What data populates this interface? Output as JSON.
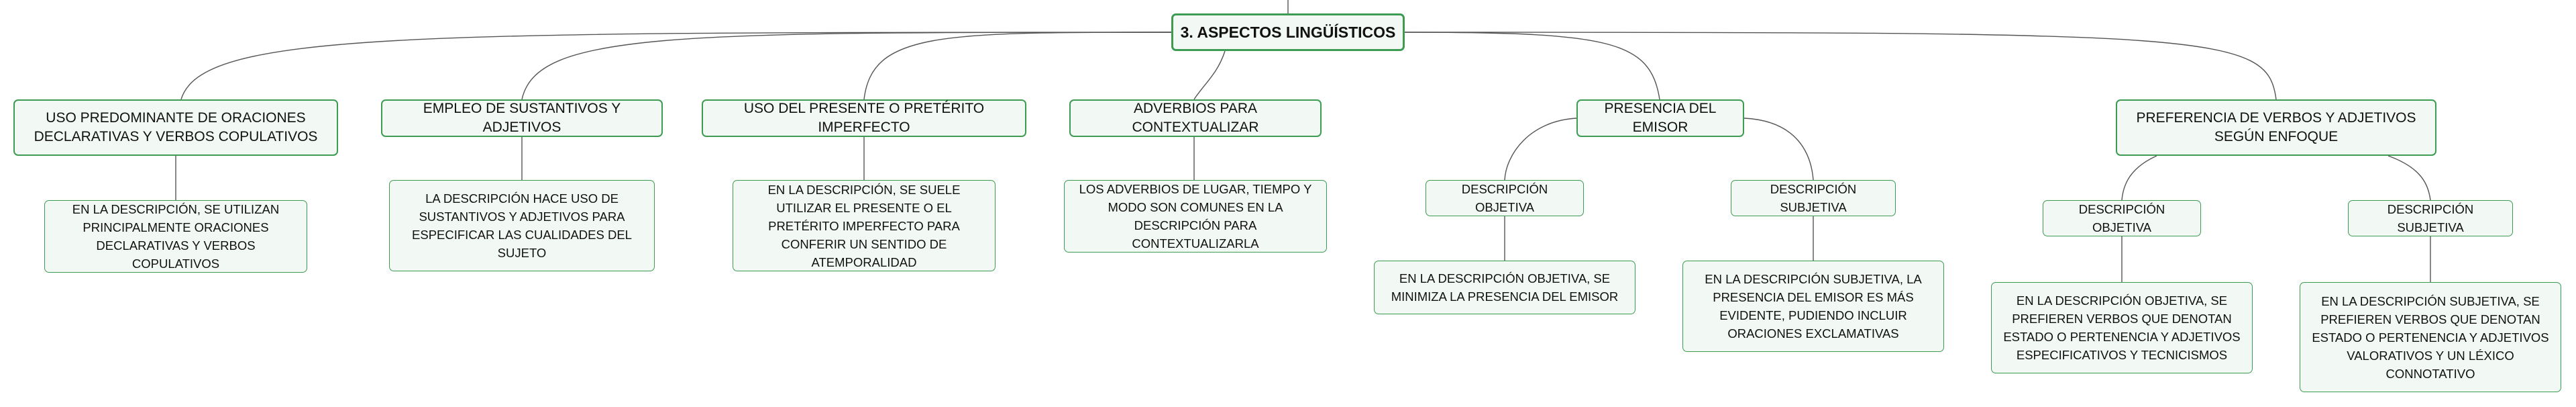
{
  "root": "3. ASPECTOS LINGÜÍSTICOS",
  "branches": {
    "uso_oraciones": {
      "label": "USO PREDOMINANTE DE ORACIONES DECLARATIVAS Y VERBOS COPULATIVOS",
      "detail": "EN LA DESCRIPCIÓN, SE UTILIZAN PRINCIPALMENTE ORACIONES DECLARATIVAS Y VERBOS COPULATIVOS"
    },
    "sustantivos": {
      "label": "EMPLEO DE SUSTANTIVOS Y ADJETIVOS",
      "detail": "LA DESCRIPCIÓN HACE USO DE SUSTANTIVOS Y ADJETIVOS PARA ESPECIFICAR LAS CUALIDADES DEL SUJETO"
    },
    "presente": {
      "label": "USO DEL PRESENTE O PRETÉRITO IMPERFECTO",
      "detail": "EN LA DESCRIPCIÓN, SE SUELE UTILIZAR EL PRESENTE O EL PRETÉRITO IMPERFECTO PARA CONFERIR UN SENTIDO DE ATEMPORALIDAD"
    },
    "adverbios": {
      "label": "ADVERBIOS PARA CONTEXTUALIZAR",
      "detail": "LOS ADVERBIOS DE LUGAR, TIEMPO Y MODO SON COMUNES EN LA DESCRIPCIÓN PARA CONTEXTUALIZARLA"
    },
    "emisor": {
      "label": "PRESENCIA DEL EMISOR",
      "objetiva": "DESCRIPCIÓN OBJETIVA",
      "objetiva_detail": "EN LA DESCRIPCIÓN OBJETIVA, SE MINIMIZA LA PRESENCIA DEL EMISOR",
      "subjetiva": "DESCRIPCIÓN SUBJETIVA",
      "subjetiva_detail": "EN LA DESCRIPCIÓN SUBJETIVA, LA PRESENCIA DEL EMISOR ES MÁS EVIDENTE, PUDIENDO INCLUIR ORACIONES EXCLAMATIVAS"
    },
    "preferencia": {
      "label": "PREFERENCIA DE VERBOS Y ADJETIVOS SEGÚN ENFOQUE",
      "objetiva": "DESCRIPCIÓN OBJETIVA",
      "objetiva_detail": "EN LA DESCRIPCIÓN OBJETIVA, SE PREFIEREN VERBOS QUE DENOTAN ESTADO O PERTENENCIA Y ADJETIVOS ESPECIFICATIVOS Y TECNICISMOS",
      "subjetiva": "DESCRIPCIÓN SUBJETIVA",
      "subjetiva_detail": "EN LA DESCRIPCIÓN SUBJETIVA, SE PREFIEREN VERBOS QUE DENOTAN ESTADO O PERTENENCIA Y ADJETIVOS VALORATIVOS Y UN LÉXICO CONNOTATIVO"
    }
  },
  "colors": {
    "border": "#3d9b52",
    "fill": "#f2f8f3",
    "line": "#555555"
  }
}
